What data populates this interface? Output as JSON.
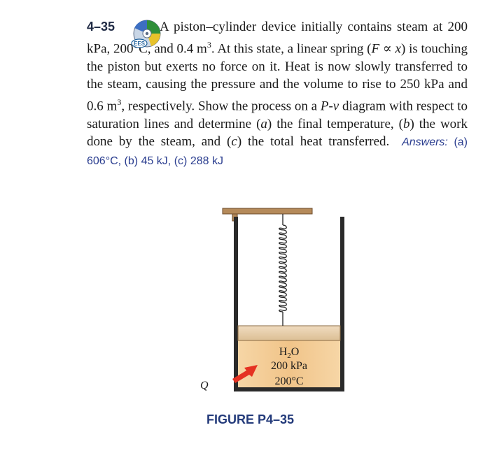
{
  "problem": {
    "number": "4–35",
    "answers_label": "Answers:",
    "answers": {
      "a_label": "(a)",
      "a": "606°C,",
      "b_label": "(b)",
      "b": "45 kJ,",
      "c_label": "(c)",
      "c": "288 kJ"
    }
  },
  "icon": {
    "name": "ees-cd-icon",
    "label": "EES"
  },
  "figure": {
    "contents_label": "H",
    "contents_sub": "2",
    "contents_tail": "O",
    "pressure": "200 kPa",
    "temperature": "200°C",
    "heat_label": "Q",
    "caption": "FIGURE P4–35",
    "colors": {
      "steam": "#f1c489",
      "piston": "#e8cfa8",
      "arrow": "#e53222",
      "wall": "#2a2a2a"
    }
  }
}
